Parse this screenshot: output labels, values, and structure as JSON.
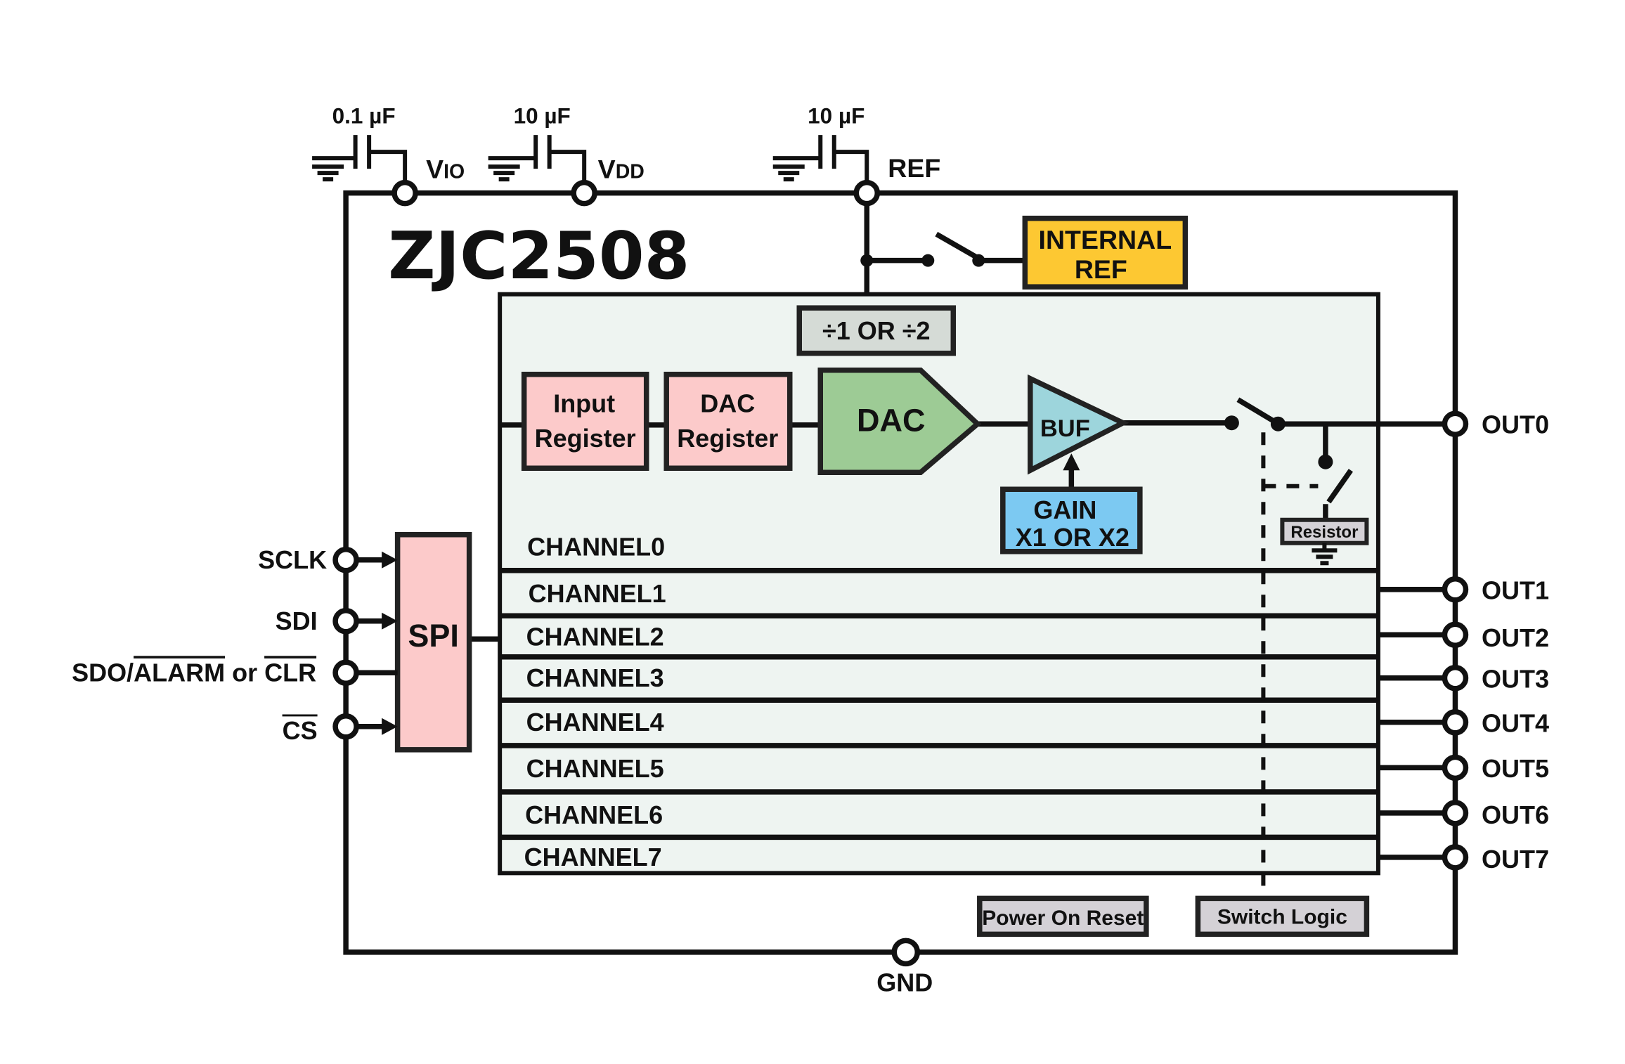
{
  "chip_name": "ZJC2508",
  "supply": {
    "vio_cap": "0.1 µF",
    "vdd_cap": "10 µF",
    "ref_cap": "10 µF",
    "vio_main": "V",
    "vio_sub": "IO",
    "vdd_main": "V",
    "vdd_sub": "DD",
    "ref_label": "REF"
  },
  "blocks": {
    "internal_ref_line1": "INTERNAL",
    "internal_ref_line2": "REF",
    "divider": "÷1 OR ÷2",
    "input_register_line1": "Input",
    "input_register_line2": "Register",
    "dac_register_line1": "DAC",
    "dac_register_line2": "Register",
    "dac": "DAC",
    "buf": "BUF",
    "gain_line1": "GAIN",
    "gain_line2": "X1 OR X2",
    "resistor": "Resistor",
    "spi": "SPI",
    "power_on_reset": "Power On Reset",
    "switch_logic": "Switch Logic"
  },
  "channels": [
    "CHANNEL0",
    "CHANNEL1",
    "CHANNEL2",
    "CHANNEL3",
    "CHANNEL4",
    "CHANNEL5",
    "CHANNEL6",
    "CHANNEL7"
  ],
  "outputs": [
    "OUT0",
    "OUT1",
    "OUT2",
    "OUT3",
    "OUT4",
    "OUT5",
    "OUT6",
    "OUT7"
  ],
  "inputs": {
    "sclk": "SCLK",
    "sdi": "SDI",
    "sdo_prefix": "SDO/",
    "alarm": "ALARM",
    "or_word": " or ",
    "clr": "CLR",
    "cs": "CS"
  },
  "gnd": "GND",
  "colors": {
    "channel_fill": "#eef4f1",
    "register_fill": "#fccaca",
    "dac_fill": "#9dcb95",
    "buf_fill": "#9dd5dc",
    "gain_fill": "#7cc9f2",
    "internal_ref_fill": "#fdc832",
    "divider_fill": "#d5dbd6",
    "gray_box_fill": "#d4d1d6"
  }
}
